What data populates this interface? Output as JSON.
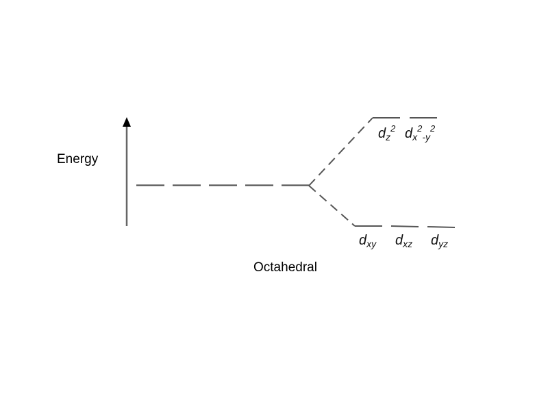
{
  "diagram": {
    "title": "Octahedral",
    "axis_label": "Energy",
    "colors": {
      "line": "#555555",
      "text": "#000000",
      "background": "#ffffff"
    },
    "levels": {
      "unsplit": {
        "label": "",
        "style": "dashed"
      },
      "eg": {
        "orbitals": [
          {
            "base": "d",
            "sub": "z",
            "sup": "2"
          },
          {
            "base": "d",
            "sub": "x",
            "sup": "2",
            "tail_sub": "-y",
            "tail_sup": "2"
          }
        ]
      },
      "t2g": {
        "orbitals": [
          {
            "base": "d",
            "sub": "xy"
          },
          {
            "base": "d",
            "sub": "xz"
          },
          {
            "base": "d",
            "sub": "yz"
          }
        ]
      }
    }
  }
}
